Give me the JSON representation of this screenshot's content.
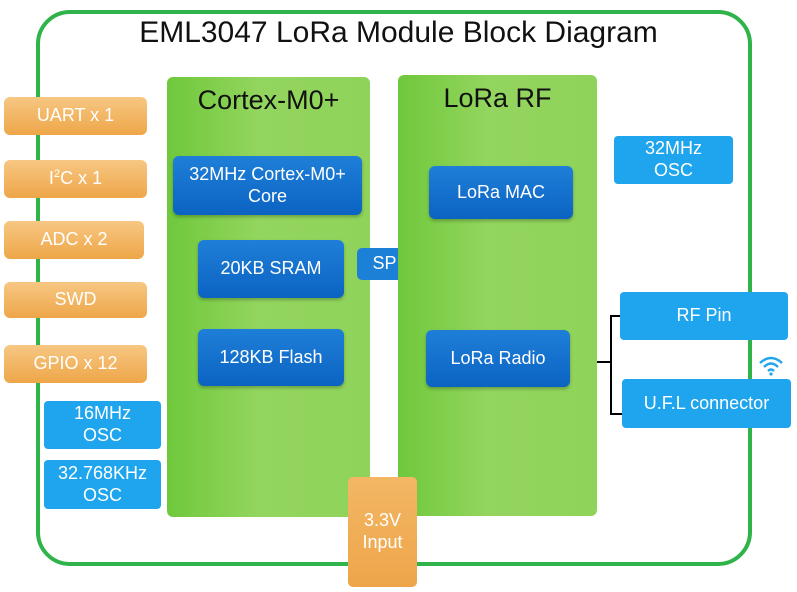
{
  "title": "EML3047 LoRa Module Block Diagram",
  "interfaces": [
    {
      "label": "UART x 1"
    },
    {
      "label_pre": "I",
      "label_sup": "2",
      "label_post": "C x 1"
    },
    {
      "label": "ADC x 2"
    },
    {
      "label": "SWD"
    },
    {
      "label": "GPIO x 12"
    }
  ],
  "oscillators_left": [
    {
      "line1": "16MHz",
      "line2": "OSC"
    },
    {
      "line1": "32.768KHz",
      "line2": "OSC"
    }
  ],
  "cortex_panel": {
    "title": "Cortex-M0+",
    "blocks": [
      {
        "line1": "32MHz Cortex-M0+",
        "line2": "Core"
      },
      {
        "label": "20KB SRAM"
      },
      {
        "label": "128KB Flash"
      }
    ]
  },
  "spi": {
    "label": "SPI"
  },
  "lora_panel": {
    "title": "LoRa RF",
    "blocks": [
      {
        "label": "LoRa MAC"
      },
      {
        "label": "LoRa Radio"
      }
    ]
  },
  "osc_right": {
    "line1": "32MHz",
    "line2": "OSC"
  },
  "rf_outputs": [
    {
      "label": "RF Pin"
    },
    {
      "label": "U.F.L connector"
    }
  ],
  "power": {
    "line1": "3.3V",
    "line2": "Input"
  },
  "colors": {
    "frame": "#2fb34a",
    "panel_green": "#8fd35a",
    "orange": "#eea648",
    "light_blue": "#1ea5ee",
    "dark_blue": "#0c63c2"
  },
  "icons": {
    "wireless": "wifi-icon"
  }
}
